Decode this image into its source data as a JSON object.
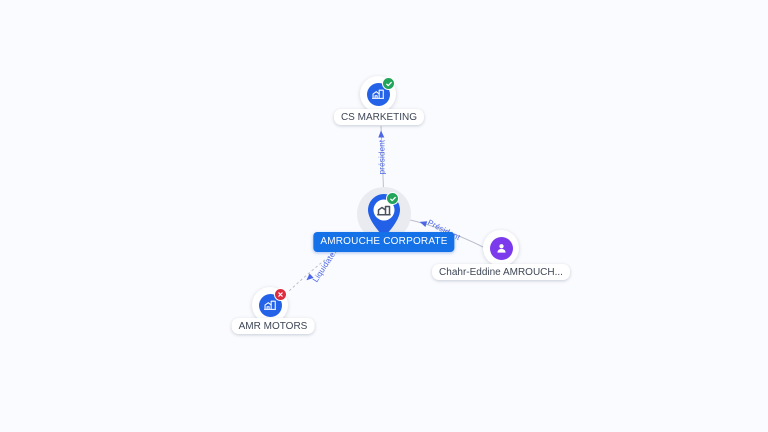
{
  "graph": {
    "nodes": {
      "cs_marketing": {
        "label": "CS MARKETING",
        "type": "company",
        "status": "active"
      },
      "amrouche_corporate": {
        "label": "AMROUCHE CORPORATE",
        "type": "company",
        "status": "active",
        "selected": true
      },
      "chahr_eddine": {
        "label": "Chahr-Eddine AMROUCH...",
        "type": "person"
      },
      "amr_motors": {
        "label": "AMR MOTORS",
        "type": "company",
        "status": "closed"
      }
    },
    "edges": [
      {
        "from": "AMROUCHE CORPORATE",
        "to": "CS MARKETING",
        "label": "président",
        "style": "solid"
      },
      {
        "from": "Chahr-Eddine AMROUCHE",
        "to": "AMROUCHE CORPORATE",
        "label": "Président",
        "style": "solid"
      },
      {
        "from": "AMROUCHE CORPORATE",
        "to": "AMR MOTORS",
        "label": "Liquidate...",
        "style": "dashed"
      }
    ]
  },
  "colors": {
    "background": "#FAFBFE",
    "company_node": "#2463E8",
    "person_node": "#7C3AED",
    "selected_pin": "#2260E8",
    "selected_label_bg": "#1471E8",
    "verified_badge": "#22A55B",
    "closed_badge": "#DE2B3E",
    "edge_line": "#B9BFCA",
    "edge_label": "#4C66E6"
  }
}
